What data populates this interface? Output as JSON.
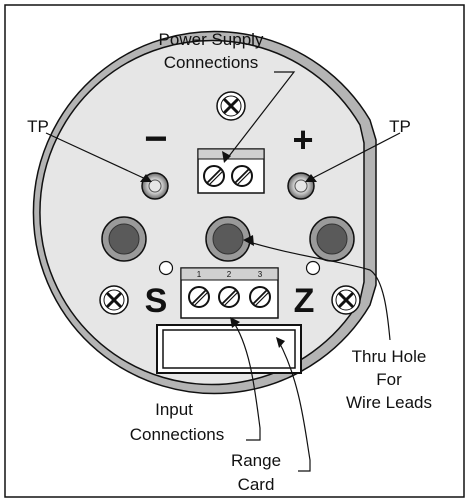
{
  "labels": {
    "power_supply_line1": "Power Supply",
    "power_supply_line2": "Connections",
    "tp_left": "TP",
    "tp_right": "TP",
    "minus": "−",
    "plus": "+",
    "span": "S",
    "zero": "Z",
    "thru_hole_line1": "Thru Hole",
    "thru_hole_line2": "For",
    "thru_hole_line3": "Wire Leads",
    "input_line1": "Input",
    "input_line2": "Connections",
    "range_line1": "Range",
    "range_line2": "Card",
    "terminal_1": "1",
    "terminal_2": "2",
    "terminal_3": "3"
  },
  "colors": {
    "housing": "#b4b4b4",
    "face": "#e6e6e6",
    "hole_dark": "#5a5a5a",
    "hole_ring": "#8c8c8c",
    "ink": "#111111"
  }
}
